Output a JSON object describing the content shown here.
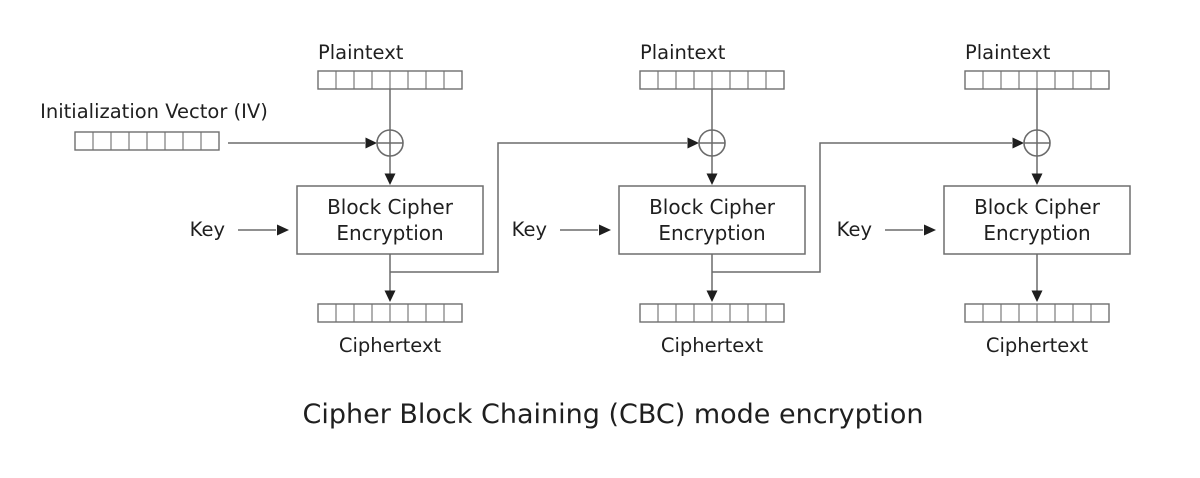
{
  "diagram": {
    "caption": "Cipher Block Chaining (CBC) mode encryption",
    "iv_label": "Initialization Vector (IV)",
    "bit_block_cells": 8,
    "xor_icon_glyph": "⊕",
    "colors": {
      "background": "#ffffff",
      "line": "#6b6b6b",
      "box_border": "#6e6e6e",
      "text": "#1f1f1f",
      "arrowhead": "#1e1e1e"
    },
    "blocks": [
      {
        "plaintext_label": "Plaintext",
        "key_label": "Key",
        "box_label_line1": "Block Cipher",
        "box_label_line2": "Encryption",
        "ciphertext_label": "Ciphertext"
      },
      {
        "plaintext_label": "Plaintext",
        "key_label": "Key",
        "box_label_line1": "Block Cipher",
        "box_label_line2": "Encryption",
        "ciphertext_label": "Ciphertext"
      },
      {
        "plaintext_label": "Plaintext",
        "key_label": "Key",
        "box_label_line1": "Block Cipher",
        "box_label_line2": "Encryption",
        "ciphertext_label": "Ciphertext"
      }
    ]
  }
}
